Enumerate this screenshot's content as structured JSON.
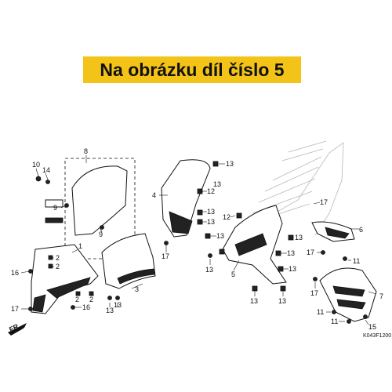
{
  "banner": {
    "text": "Na obrázku díl číslo 5",
    "color": "#f3c318"
  },
  "diagram_code": "K043F1200",
  "direction_label": "FR.",
  "part_labels": [
    {
      "id": "p8",
      "text": "8"
    },
    {
      "id": "p10",
      "text": "10"
    },
    {
      "id": "p14",
      "text": "14"
    },
    {
      "id": "p9a",
      "text": "9"
    },
    {
      "id": "p9b",
      "text": "9"
    },
    {
      "id": "p1",
      "text": "1"
    },
    {
      "id": "p2a",
      "text": "2"
    },
    {
      "id": "p2b",
      "text": "2"
    },
    {
      "id": "p2c",
      "text": "2"
    },
    {
      "id": "p2d",
      "text": "2"
    },
    {
      "id": "p16a",
      "text": "16"
    },
    {
      "id": "p16b",
      "text": "16"
    },
    {
      "id": "p17a",
      "text": "17"
    },
    {
      "id": "p3",
      "text": "3"
    },
    {
      "id": "p13a",
      "text": "13"
    },
    {
      "id": "p13b",
      "text": "13"
    },
    {
      "id": "p4",
      "text": "4"
    },
    {
      "id": "p13c",
      "text": "13"
    },
    {
      "id": "p12a",
      "text": "12"
    },
    {
      "id": "p13d",
      "text": "13"
    },
    {
      "id": "p13e",
      "text": "13"
    },
    {
      "id": "p13f",
      "text": "13"
    },
    {
      "id": "p17b",
      "text": "17"
    },
    {
      "id": "p12b",
      "text": "12"
    },
    {
      "id": "p5",
      "text": "5"
    },
    {
      "id": "p13g",
      "text": "13"
    },
    {
      "id": "p13h",
      "text": "13"
    },
    {
      "id": "p13i",
      "text": "13"
    },
    {
      "id": "p13j",
      "text": "13"
    },
    {
      "id": "p13k",
      "text": "13"
    },
    {
      "id": "p13l",
      "text": "13"
    },
    {
      "id": "p13m",
      "text": "13"
    },
    {
      "id": "p17c",
      "text": "17"
    },
    {
      "id": "p6",
      "text": "6"
    },
    {
      "id": "p17d",
      "text": "17"
    },
    {
      "id": "p11a",
      "text": "11"
    },
    {
      "id": "p17e",
      "text": "17"
    },
    {
      "id": "p7",
      "text": "7"
    },
    {
      "id": "p11b",
      "text": "11"
    },
    {
      "id": "p11c",
      "text": "11"
    },
    {
      "id": "p15",
      "text": "15"
    }
  ]
}
